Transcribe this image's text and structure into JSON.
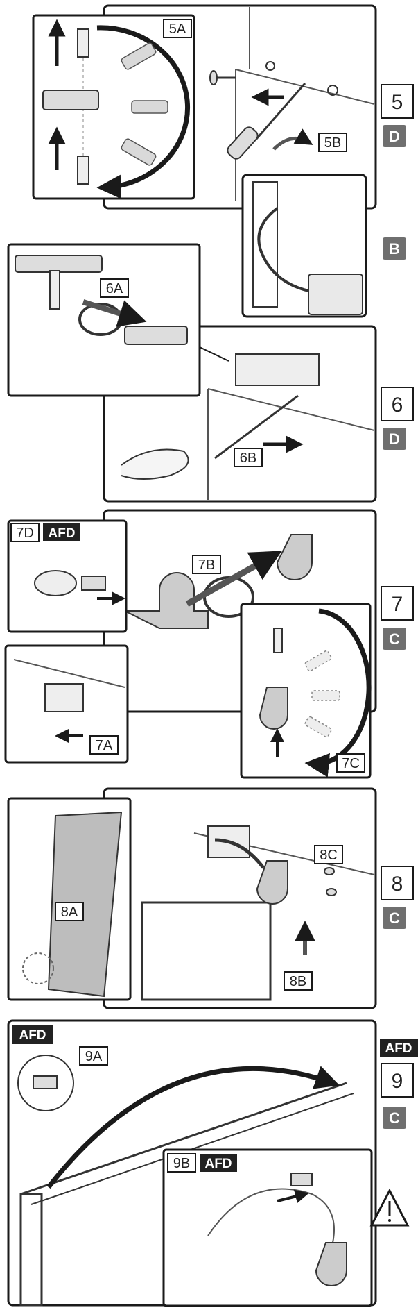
{
  "colors": {
    "badge": "#6f6f6f",
    "afd_bg": "#222222",
    "line": "#1a1a1a",
    "panel": "#ffffff",
    "shade": "#bdbdbd"
  },
  "steps": [
    {
      "number": "5",
      "badges": [
        "D",
        "B"
      ],
      "callouts": [
        "5A",
        "5B"
      ]
    },
    {
      "number": "6",
      "badges": [
        "D"
      ],
      "callouts": [
        "6A",
        "6B"
      ]
    },
    {
      "number": "7",
      "badges": [
        "C"
      ],
      "callouts": [
        "7A",
        "7B",
        "7C",
        "7D"
      ],
      "afd_tags": [
        "AFD"
      ]
    },
    {
      "number": "8",
      "badges": [
        "C"
      ],
      "callouts": [
        "8A",
        "8B",
        "8C"
      ]
    },
    {
      "number": "9",
      "badges": [
        "C"
      ],
      "callouts": [
        "9A",
        "9B"
      ],
      "afd_tags": [
        "AFD",
        "AFD",
        "AFD"
      ]
    }
  ],
  "icons": [
    "screw-icon",
    "screwdriver-icon",
    "hinge-icon",
    "arrow-icon",
    "warning-icon",
    "connector-icon"
  ]
}
